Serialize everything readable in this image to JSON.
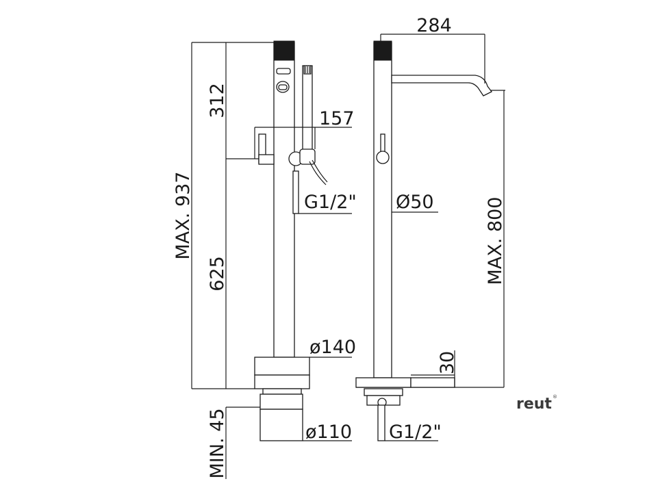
{
  "front_view": {
    "dim_overall_height": "MAX. 937",
    "dim_upper_section": "312",
    "dim_lower_section": "625",
    "dim_min_depth": "MIN. 45",
    "dim_hand_shower_offset": "157",
    "dim_hose_thread": "G1/2\"",
    "dim_base_diameter": "ø140",
    "dim_mount_diameter": "ø110"
  },
  "side_view": {
    "dim_spout_reach": "284",
    "dim_column_diameter": "Ø50",
    "dim_spout_height": "MAX. 800",
    "dim_base_height": "30",
    "dim_inlet_thread": "G1/2\""
  },
  "brand": {
    "name": "reut",
    "mark": "®"
  }
}
